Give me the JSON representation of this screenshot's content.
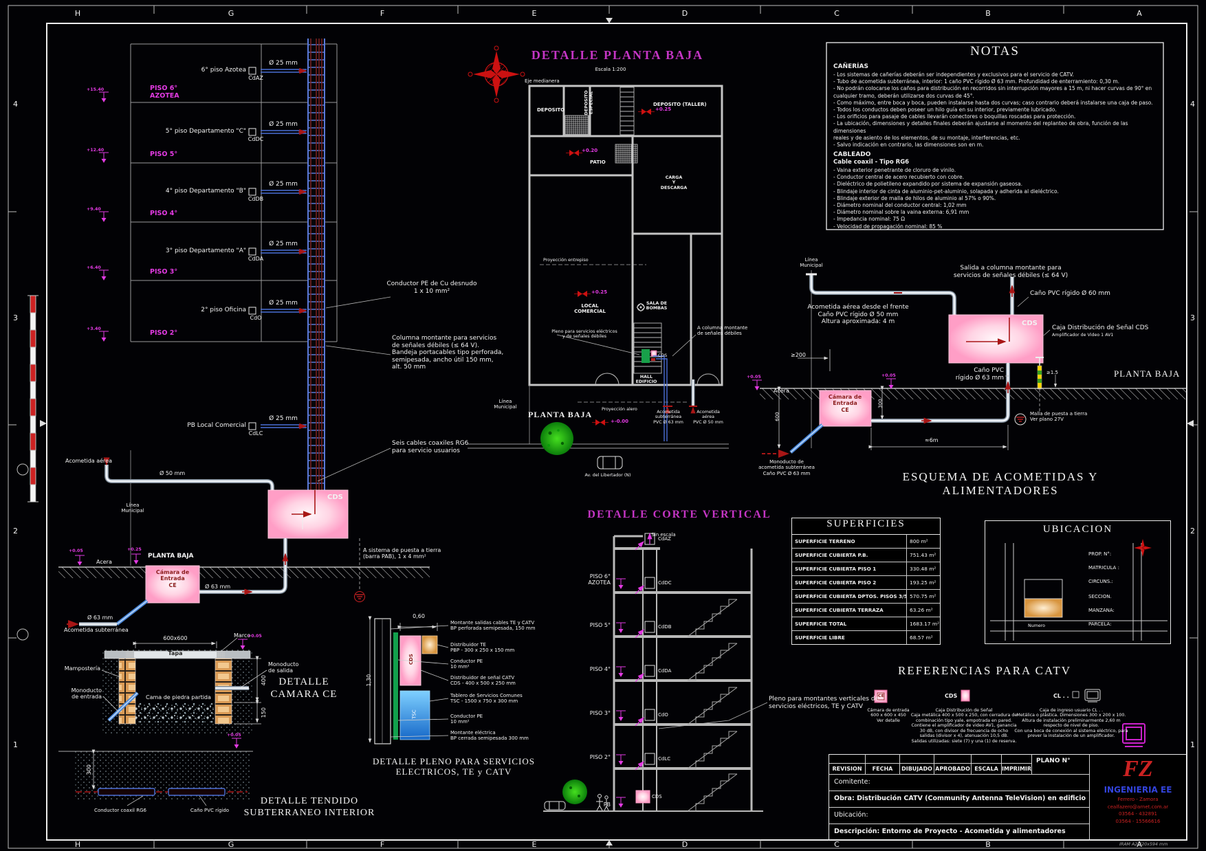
{
  "frame": {
    "cols": [
      "H",
      "G",
      "F",
      "E",
      "D",
      "C",
      "B",
      "A"
    ],
    "rows": [
      "4",
      "3",
      "2",
      "1"
    ],
    "sheet_note": "IRAM  A2  420x594 mm"
  },
  "notas": {
    "title": "NOTAS",
    "s1_head": "CAÑERÍAS",
    "s1": "- Los sistemas de cañerías deberán ser independientes y exclusivos para el servicio de CATV.\n- Tubo de acometida subterránea, interior: 1 caño PVC rígido Ø 63 mm. Profundidad de enterramiento: 0,30 m.\n- No podrán colocarse los caños para distribución en recorridos sin interrupción mayores a 15 m, ni hacer curvas de 90° en\ncualquier tramo, deberán utilizarse dos curvas de 45°.\n- Como máximo, entre boca y boca, pueden instalarse hasta dos curvas; caso contrario deberá instalarse una caja de paso.\n- Todos los conductos deben poseer un hilo guía en su interior, previamente lubricado.\n- Los orificios para pasaje de cables llevarán conectores o boquillas roscadas para protección.\n- La ubicación, dimensiones y detalles finales deberán ajustarse al momento del replanteo de obra, función de las dimensiones\nreales y de asiento de los elementos, de su montaje, interferencias, etc.\n- Salvo indicación en contrario, las dimensiones son en m.",
    "s2_head": "CABLEADO",
    "s2_sub": "Cable coaxil - Tipo RG6",
    "s2": "- Vaina exterior penetrante de cloruro de vinilo.\n- Conductor central de acero recubierto con cobre.\n- Dieléctrico de polietileno expandido por sistema de expansión gaseosa.\n- Blindaje interior de cinta de aluminio-pet-aluminio, solapada y adherida al dieléctrico.\n- Blindaje exterior de malla de hilos de aluminio al 57% o 90%.\n- Diámetro nominal del conductor central: 1,02 mm\n- Diámetro nominal sobre la vaina externa: 6,91 mm\n- Impedancia nominal: 75 Ω\n- Velocidad de propagación nominal: 85 %"
  },
  "riser": {
    "rows": [
      {
        "unit": "6° piso Azotea",
        "code": "CdAZ",
        "dia": "Ø 25 mm"
      },
      {
        "unit": "5° piso Departamento \"C\"",
        "code": "CdDC",
        "dia": "Ø 25 mm"
      },
      {
        "unit": "4° piso Departamento \"B\"",
        "code": "CdDB",
        "dia": "Ø 25 mm"
      },
      {
        "unit": "3° piso Departamento \"A\"",
        "code": "CdDA",
        "dia": "Ø 25 mm"
      },
      {
        "unit": "2° piso Oficina",
        "code": "CdO",
        "dia": "Ø 25 mm"
      },
      {
        "unit": "PB Local Comercial",
        "code": "CdLC",
        "dia": "Ø 25 mm"
      }
    ],
    "floors": [
      {
        "label": "PISO 6°\nAZOTEA",
        "elev": "+15.40"
      },
      {
        "label": "PISO 5°",
        "elev": "+12.40"
      },
      {
        "label": "PISO 4°",
        "elev": "+9.40"
      },
      {
        "label": "PISO 3°",
        "elev": "+6.40"
      },
      {
        "label": "PISO 2°",
        "elev": "+3.40"
      }
    ],
    "conductor_pe": "Conductor PE de Cu desnudo\n1 x 10 mm²",
    "columna": "Columna montante para servicios\nde señales débiles (≤ 64 V).\nBandeja portacables tipo perforada,\nsemipesada, ancho útil 150 mm,\nalt. 50 mm",
    "seis_cables": "Seis cables coaxiles RG6\npara servicio usuarios",
    "acometida_aerea": "Acometida aérea",
    "d50": "Ø 50 mm",
    "linea_municipal": "Línea\nMunicipal",
    "cds": "CDS",
    "pat": "A sistema de puesta a tierra\n(barra PAB), 1 x 4 mm²",
    "planta_baja": "PLANTA BAJA",
    "elev_pb": "+0.25",
    "acera": "Acera",
    "elev_acera": "+0.05",
    "camara": "Cámara de\nEntrada\nCE",
    "d63a": "Ø 63 mm",
    "d63b": "Ø 63 mm",
    "acometida_sub": "Acometida subterránea"
  },
  "plan": {
    "title": "DETALLE PLANTA BAJA",
    "escala": "Escala 1:200",
    "eje": "Eje medianera",
    "deposito": "DEPOSITO",
    "dep_especial": "DEPOSITO\nESPECIAL",
    "dep_taller": "DEPOSITO (TALLER)",
    "e025a": "+0.25",
    "patio_elev": "+0.20",
    "patio": "PATIO",
    "proy_entrepiso": "Proyección entrepiso",
    "e025b": "+0.25",
    "local": "LOCAL\nCOMERCIAL",
    "pleno_lbl": "Pleno para servicios eléctricos\ny de señales débiles",
    "carga": "CARGA\nY\nDESCARGA",
    "sala": "SALA DE\nBOMBAS",
    "hall": "HALL\nEDIFICIO",
    "cds": "CDS",
    "a_columna": "A columna montante\nde señales débiles",
    "linea_municipal": "Línea\nMunicipal",
    "planta_baja": "PLANTA BAJA",
    "proy_alero": "Proyección alero",
    "e000": "+-0.00",
    "acom_sub": "Acometida\nsubterránea\nPVC Ø 63 mm",
    "acom_aerea": "Acometida\naérea\nPVC Ø 50 mm",
    "avenida": "Av. del Libertador (N)"
  },
  "esquema": {
    "linea_municipal": "Línea\nMunicipal",
    "acometida": "Acometida aérea desde el frente\nCaño PVC rígido Ø 50 mm\nAltura aproximada: 4 m",
    "salida": "Salida a columna montante para\nservicios de señales débiles (≤ 64 V)",
    "cano60": "Caño PVC rígido Ø 60 mm",
    "cds": "CDS",
    "caja_dist": "Caja Distribución de Señal CDS",
    "ampli": "Amplificador de Video 1 AV1",
    "planta_baja": "PLANTA BAJA",
    "d200": "≥200",
    "d15": "≥1.5",
    "acera": "Acera",
    "elev1": "+0.05",
    "elev2": "+0.05",
    "camara": "Cámara de\nEntrada\nCE",
    "d600": "600",
    "d300": "300",
    "cano63": "Caño PVC\nrígido Ø 63 mm",
    "d5m": "≈6m",
    "malla": "Malla de puesta a tierra\nVer plano 27V",
    "monoducto": "Monoducto de\nacometida subterránea\nCaño PVC   Ø 63 mm",
    "title": "ESQUEMA  DE  ACOMETIDAS  Y  ALIMENTADORES"
  },
  "corte": {
    "title": "DETALLE  CORTE  VERTICAL",
    "sin_escala": "Sin escala",
    "floors": [
      "PISO 6°\nAZOTEA",
      "PISO 5°",
      "PISO 4°",
      "PISO 3°",
      "PISO 2°",
      "PB"
    ],
    "codes": [
      "CdAZ",
      "CdDC",
      "CdDB",
      "CdDA",
      "CdO",
      "CdLC"
    ],
    "cds": "CDS",
    "pleno": "Pleno para montantes verticales de\nservicios eléctricos, TE y CATV"
  },
  "camara": {
    "dim": "600x600",
    "tapa": "Tapa",
    "marco": "Marco",
    "elev": "+0.05",
    "mamposteria": "Mampostería",
    "mono_in": "Monoducto\nde entrada",
    "mono_out": "Monoducto\nde salida",
    "cama": "Cama de piedra partida",
    "d400": "400",
    "d150": "150",
    "title": "DETALLE\nCAMARA CE"
  },
  "tendido": {
    "d300": "300",
    "elev": "+0.05",
    "cable": "Conductor coaxil RG6",
    "cano": "Caño PVC rígido",
    "title": "DETALLE TENDIDO\nSUBTERRANEO INTERIOR"
  },
  "pleno": {
    "dim_top": "0,60",
    "dim_left": "1,30",
    "l1": "Montante salidas cables TE y CATV\nBP perforada semipesada, 150 mm",
    "l2": "Distribuidor TE\nPBP - 300 x 250 x 150 mm",
    "l3": "Conductor PE\n10 mm²",
    "l4": "Distribuidor de señal CATV\nCDS - 400 x 500 x 250 mm",
    "l5": "Tablero de Servicios Comunes\nTSC - 1500 x 750 x 300 mm",
    "l6": "Conductor PE\n10 mm²",
    "l7": "Montante eléctrica\nBP cerrada semipesada 300 mm",
    "cds": "CDS",
    "tsc": "TSC",
    "title": "DETALLE PLENO PARA SERVICIOS\nELECTRICOS, TE y CATV"
  },
  "superficies": {
    "title": "SUPERFICIES",
    "rows": [
      {
        "label": "SUPERFICIE TERRENO",
        "value": "800 m²"
      },
      {
        "label": "SUPERFICIE CUBIERTA P.B.",
        "value": "751.43 m²"
      },
      {
        "label": "SUPERFICIE CUBIERTA PISO 1",
        "value": "330.48 m²"
      },
      {
        "label": "SUPERFICIE CUBIERTA PISO 2",
        "value": "193.25 m²"
      },
      {
        "label": "SUPERFICIE CUBIERTA DPTOS. PISOS 3/5",
        "value": "570.75 m²"
      },
      {
        "label": "SUPERFICIE CUBIERTA TERRAZA",
        "value": "63.26 m²"
      },
      {
        "label": "SUPERFICIE TOTAL",
        "value": "1683.17 m²"
      },
      {
        "label": "SUPERFICIE LIBRE",
        "value": "68.57 m²"
      }
    ]
  },
  "ubicacion": {
    "title": "UBICACION",
    "fields": [
      "PROP.  N°:",
      "MATRICULA :",
      "CIRCUNS.:",
      "SECCION.",
      "MANZANA:",
      "PARCELA:"
    ],
    "street": "Numero"
  },
  "referencias": {
    "title": "REFERENCIAS  PARA  CATV",
    "i1_icon": "CE",
    "i1": "Cámara de entrada\n600 x 600 x 450\nVer detalle",
    "i2_icon": "CDS",
    "i2": "Caja Distribución de Señal\nCaja metálica 400 x 500 x 250, con cerradura de\ncombinación tipo yale, empotrada en pared.\nContiene el amplificador de video AV1, ganancia\n30 dB, con divisor de frecuencia de ocho\nsalidas (divisor x 4), atenuación 10,5 dB.\nSalidas utilizadas: siete (7) y una (1) de reserva.",
    "i3_icon": "CL . .",
    "i3": "Caja de ingreso usuario CL . .\nMetálica o plástica.  Dimensiones 300 x 200 x 100.\nAltura de instalación preliminarmente 2,60 m\nrespecto de nivel de piso.\nCon una boca de conexión al sistema eléctrico, para\nprever la instalación de un amplificador."
  },
  "titleblock": {
    "h0": "REVISION",
    "h1": "FECHA",
    "h2": "DIBUJADO",
    "h3": "APROBADO",
    "h4": "ESCALA",
    "h5": "IMPRIMIR",
    "plano": "PLANO N°",
    "comitente": "Comitente:",
    "obra": "Obra:   Distribución CATV (Community Antenna TeleVision) en edificio",
    "ubicacion": "Ubicación:",
    "descripcion": "Descripción:   Entorno de Proyecto - Acometida y alimentadores",
    "logo_fz": "FZ",
    "logo_name": "INGENIERIA EE",
    "logo_lines": "Ferrero - Zamora\ncealfazero@arnet.com.ar\n03564 - 432891\n03564 - 15566616"
  }
}
